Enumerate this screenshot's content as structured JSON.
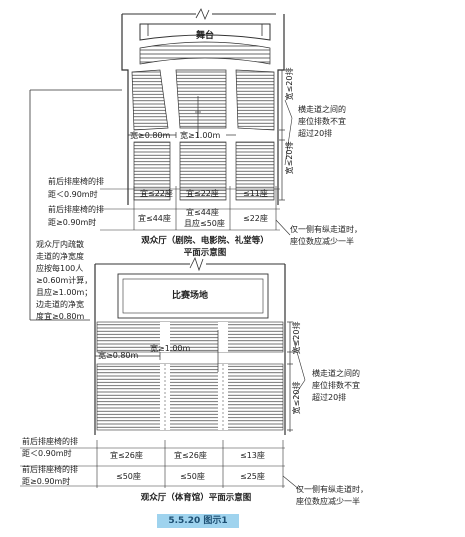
{
  "top": {
    "stage_label": "舞台",
    "aisle_width_label": "宽≥0.80m",
    "cross_aisle_label": "宽≥1.00m",
    "rows_limit_1": "宽≤20排",
    "rows_limit_2": "宽≤20排",
    "rows_note": [
      "横走道之间的",
      "座位排数不宜",
      "超过20排"
    ],
    "row_label_1": [
      "前后排座椅的排",
      "距＜0.90m时"
    ],
    "row_label_2": [
      "前后排座椅的排",
      "距≥0.90m时"
    ],
    "seats_close": {
      "left": "宜≤22座",
      "center": "宜≤22座",
      "right": "≤11座"
    },
    "seats_far": {
      "left": "宜≤44座",
      "center": [
        "宜≤44座",
        "且应≤50座"
      ],
      "right": "≤22座"
    },
    "side_note": [
      "仅一侧有纵走道时，",
      "座位数应减少一半"
    ],
    "title": [
      "观众厅（剧院、电影院、礼堂等）",
      "平面示意图"
    ]
  },
  "middle_note": [
    "观众厅内疏散",
    "走道的净宽度",
    "应按每100人",
    "≥0.60m计算，",
    "且应≥1.00m；",
    "边走道的净宽",
    "度宜≥0.80m"
  ],
  "bottom": {
    "arena_label": "比赛场地",
    "aisle_width_label": "宽≥0.80m",
    "cross_aisle_label": "宽≥1.00m",
    "rows_limit_1": "宽≤20排",
    "rows_limit_2": "宽≤20排",
    "rows_note": [
      "横走道之间的",
      "座位排数不宜",
      "超过20排"
    ],
    "row_label_1": [
      "前后排座椅的排",
      "距＜0.90m时"
    ],
    "row_label_2": [
      "前后排座椅的排",
      "距≥0.90m时"
    ],
    "seats_close": {
      "left": "宜≤26座",
      "center": "宜≤26座",
      "right": "≤13座"
    },
    "seats_far": {
      "left": "≤50座",
      "center": "≤50座",
      "right": "≤25座"
    },
    "side_note": [
      "仅一侧有纵走道时，",
      "座位数应减少一半"
    ],
    "title": "观众厅（体育馆）平面示意图"
  },
  "caption": "5.5.20 图示1"
}
